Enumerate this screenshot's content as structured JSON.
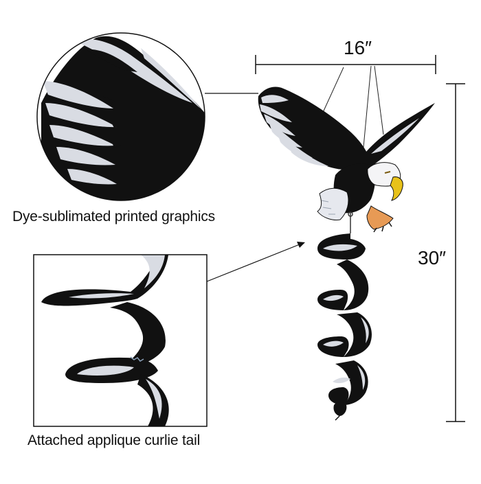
{
  "captions": {
    "wing": "Dye-sublimated printed graphics",
    "tail": "Attached applique curlie tail"
  },
  "dimensions": {
    "width": "16″",
    "height": "30″"
  },
  "colors": {
    "fabric_black": "#111111",
    "wing_white": "#d9dce3",
    "beak_yellow": "#e8c21a",
    "talon_orange": "#e79a55",
    "line": "#000000"
  },
  "icons": {
    "product": "eagle-spinner",
    "detail_1": "wing-closeup",
    "detail_2": "curly-tail-closeup"
  }
}
